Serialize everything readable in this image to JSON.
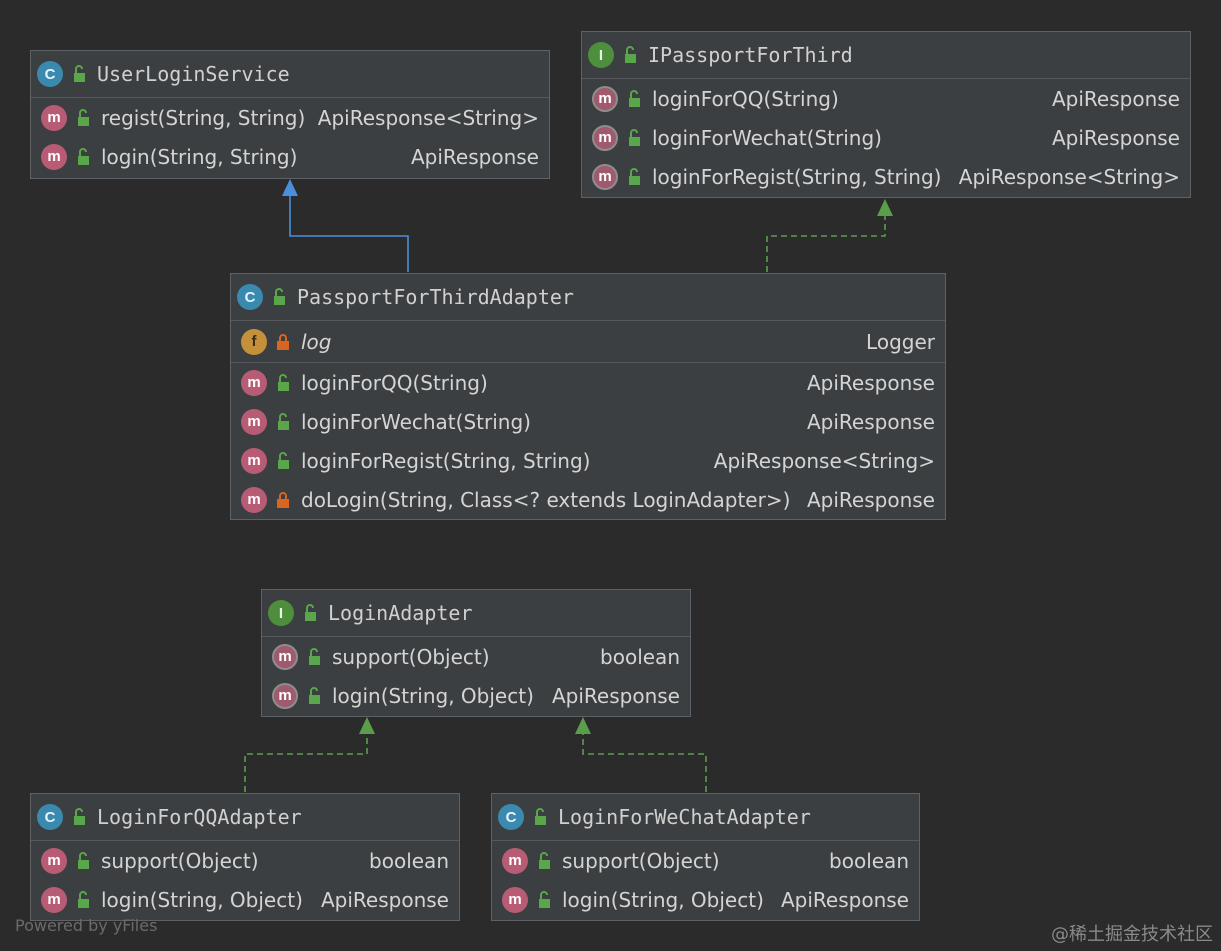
{
  "classes": {
    "user_login_service": {
      "kind": "C",
      "name": "UserLoginService",
      "methods": [
        {
          "name": "regist(String, String)",
          "type": "ApiResponse<String>"
        },
        {
          "name": "login(String, String)",
          "type": "ApiResponse"
        }
      ]
    },
    "ipassport_for_third": {
      "kind": "I",
      "name": "IPassportForThird",
      "methods": [
        {
          "name": "loginForQQ(String)",
          "type": "ApiResponse"
        },
        {
          "name": "loginForWechat(String)",
          "type": "ApiResponse"
        },
        {
          "name": "loginForRegist(String, String)",
          "type": "ApiResponse<String>"
        }
      ]
    },
    "passport_for_third_adapter": {
      "kind": "C",
      "name": "PassportForThirdAdapter",
      "fields": [
        {
          "name": "log",
          "type": "Logger"
        }
      ],
      "methods": [
        {
          "name": "loginForQQ(String)",
          "type": "ApiResponse"
        },
        {
          "name": "loginForWechat(String)",
          "type": "ApiResponse"
        },
        {
          "name": "loginForRegist(String, String)",
          "type": "ApiResponse<String>"
        },
        {
          "name": "doLogin(String, Class<? extends LoginAdapter>)",
          "type": "ApiResponse"
        }
      ]
    },
    "login_adapter": {
      "kind": "I",
      "name": "LoginAdapter",
      "methods": [
        {
          "name": "support(Object)",
          "type": "boolean"
        },
        {
          "name": "login(String, Object)",
          "type": "ApiResponse"
        }
      ]
    },
    "login_for_qq_adapter": {
      "kind": "C",
      "name": "LoginForQQAdapter",
      "methods": [
        {
          "name": "support(Object)",
          "type": "boolean"
        },
        {
          "name": "login(String, Object)",
          "type": "ApiResponse"
        }
      ]
    },
    "login_for_wechat_adapter": {
      "kind": "C",
      "name": "LoginForWeChatAdapter",
      "methods": [
        {
          "name": "support(Object)",
          "type": "boolean"
        },
        {
          "name": "login(String, Object)",
          "type": "ApiResponse"
        }
      ]
    }
  },
  "icons": {
    "method": "m",
    "field": "f"
  },
  "colors": {
    "background": "#2b2b2b",
    "inheritance_edge": "#4a8fd9",
    "realization_edge": "#5a9e4c",
    "class_icon": "#3a8ab0",
    "interface_icon": "#4e8f3e",
    "method_icon": "#b85c75"
  },
  "watermarks": {
    "left": "Powered by yFiles",
    "right": "@稀土掘金技术社区"
  }
}
